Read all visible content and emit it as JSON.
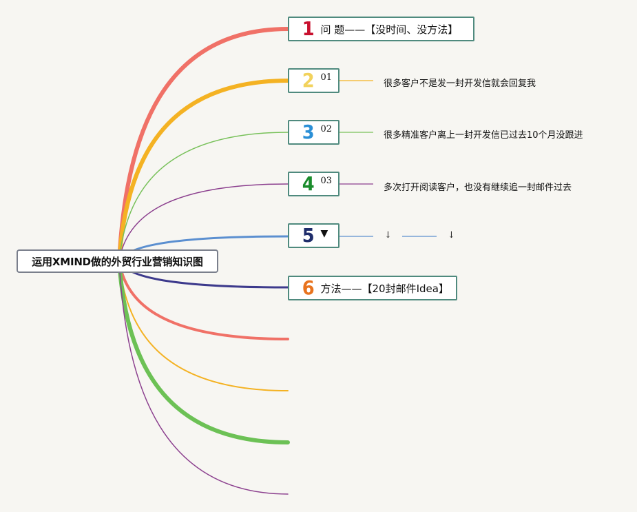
{
  "root": {
    "title": "运用XMIND做的外贸行业营销知识图"
  },
  "branches": [
    {
      "number": "1",
      "label": "问 题——【没时间、没方法】",
      "number_color": "#c8102e",
      "line_color": "#f07167"
    },
    {
      "number": "2",
      "label": "01",
      "number_color": "#f2d25c",
      "line_color": "#f4b223",
      "description": "很多客户不是发一封开发信就会回复我"
    },
    {
      "number": "3",
      "label": "02",
      "number_color": "#2a8fd6",
      "line_color": "#78c15a",
      "description": "很多精准客户离上一封开发信已过去10个月没跟进"
    },
    {
      "number": "4",
      "label": "03",
      "number_color": "#1a8c2c",
      "line_color": "#8b3f8e",
      "description": "多次打开阅读客户，也没有继续追一封邮件过去"
    },
    {
      "number": "5",
      "label": "▼",
      "number_color": "#1f2d6b",
      "line_color": "#5b8fd0",
      "arrows": [
        "↓",
        "↓"
      ]
    },
    {
      "number": "6",
      "label": "方法——【20封邮件Idea】",
      "number_color": "#e8731e",
      "line_color": "#3d3a8c"
    }
  ],
  "extra_branch_colors": [
    "#f07167",
    "#f4b223",
    "#6cc155",
    "#8b3f8e"
  ]
}
